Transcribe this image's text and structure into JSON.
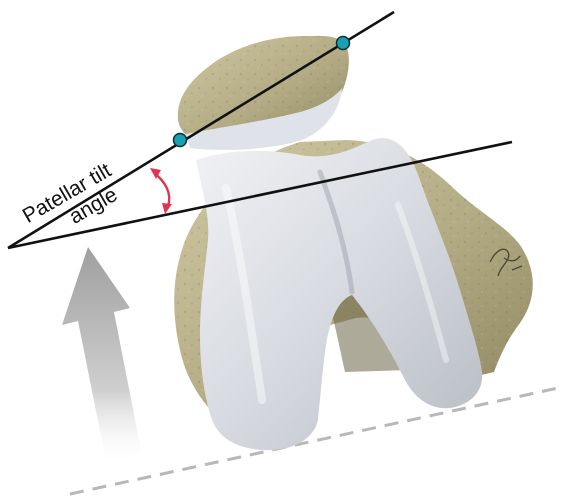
{
  "diagram": {
    "label_lines": [
      "Patellar tilt",
      "angle"
    ],
    "signature_text": "Seibel",
    "colors": {
      "bone": "#b8b08a",
      "bone_dark": "#857d57",
      "cartilage": "#dde0e6",
      "cartilage_shadow": "#a9adb6",
      "line": "#111111",
      "point": "#1aa0b4",
      "angle_arrow": "#e03550",
      "direction_arrow": "#b3b3b3",
      "dashed_line": "#b8b8b8"
    }
  }
}
